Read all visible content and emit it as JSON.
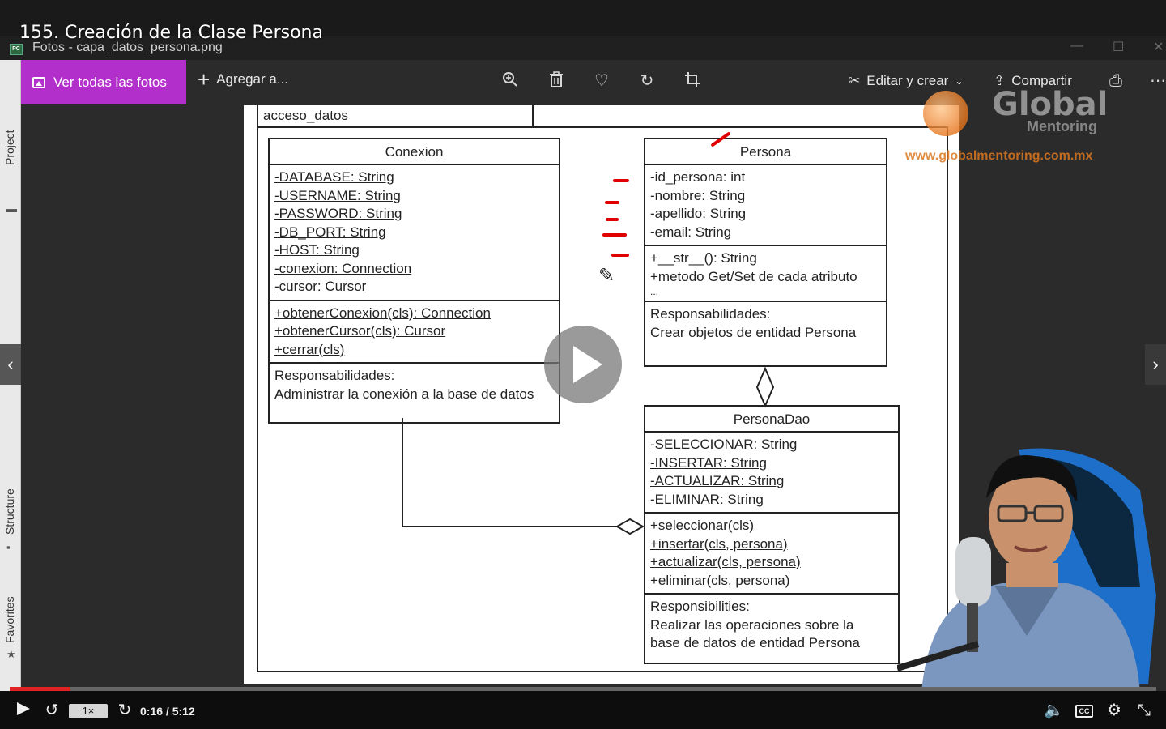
{
  "video": {
    "title": "155. Creación de la Clase Persona",
    "current_time": "0:16",
    "separator": "/",
    "duration": "5:12",
    "progress_fraction": 0.053,
    "speed": "1×",
    "accent_color": "#e32222"
  },
  "photos_app": {
    "window_title": "Fotos - capa_datos_persona.png",
    "toolbar": {
      "view_all_label": "Ver todas las fotos",
      "add_label": "Agregar a...",
      "edit_create_label": "Editar y crear",
      "share_label": "Compartir",
      "icons": [
        "zoom-in-icon",
        "delete-icon",
        "favorite-icon",
        "rotate-icon",
        "crop-icon",
        "print-icon",
        "more-icon"
      ],
      "accent_color": "#b32fcb"
    }
  },
  "ide_sidebar": {
    "tabs": [
      "Project",
      "Structure",
      "Favorites"
    ]
  },
  "diagram": {
    "package": "acceso_datos",
    "conexion": {
      "name": "Conexion",
      "attributes": [
        "-DATABASE: String",
        "-USERNAME: String",
        "-PASSWORD: String",
        "-DB_PORT: String",
        "-HOST: String",
        "-conexion: Connection",
        "-cursor: Cursor"
      ],
      "methods": [
        "+obtenerConexion(cls): Connection",
        "+obtenerCursor(cls): Cursor",
        "+cerrar(cls)"
      ],
      "resp_title": "Responsabilidades:",
      "resp_text": "Administrar la conexión a la base de datos"
    },
    "persona": {
      "name": "Persona",
      "attributes": [
        "-id_persona: int",
        "-nombre: String",
        "-apellido: String",
        "-email: String"
      ],
      "methods": [
        "+__str__(): String",
        "+metodo Get/Set de cada atributo",
        "..."
      ],
      "resp_title": "Responsabilidades:",
      "resp_text": "Crear objetos de entidad Persona"
    },
    "persona_dao": {
      "name": "PersonaDao",
      "attributes": [
        "-SELECCIONAR: String",
        "-INSERTAR: String",
        "-ACTUALIZAR: String",
        "-ELIMINAR: String"
      ],
      "methods": [
        "+seleccionar(cls)",
        "+insertar(cls, persona)",
        "+actualizar(cls, persona)",
        "+eliminar(cls, persona)"
      ],
      "resp_title": "Responsibilities:",
      "resp_lines": [
        "Realizar las operaciones sobre la",
        "base de datos de entidad Persona"
      ]
    }
  },
  "watermark": {
    "brand": "Global",
    "sub": "Mentoring",
    "url": "www.globalmentoring.com.mx"
  },
  "player_icons": [
    "play-icon",
    "rewind-icon",
    "forward-icon",
    "volume-icon",
    "captions-icon",
    "settings-icon",
    "exit-fullscreen-icon"
  ]
}
